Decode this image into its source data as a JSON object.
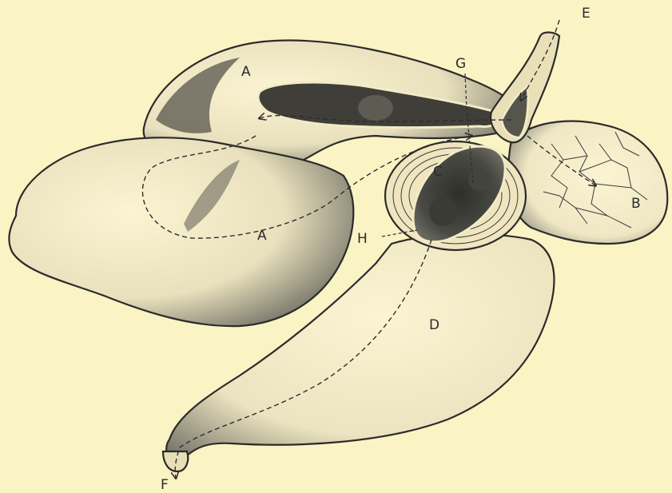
{
  "labels": {
    "A_upper": "A",
    "A_lower": "A",
    "B": "B",
    "C": "C",
    "D": "D",
    "E": "E",
    "F": "F",
    "G": "G",
    "H": "H"
  },
  "colors": {
    "paper": "#faf3c4",
    "ink": "#2b2b2b",
    "shade": "#5a5a52",
    "organ_fill": "#f6eecb"
  }
}
